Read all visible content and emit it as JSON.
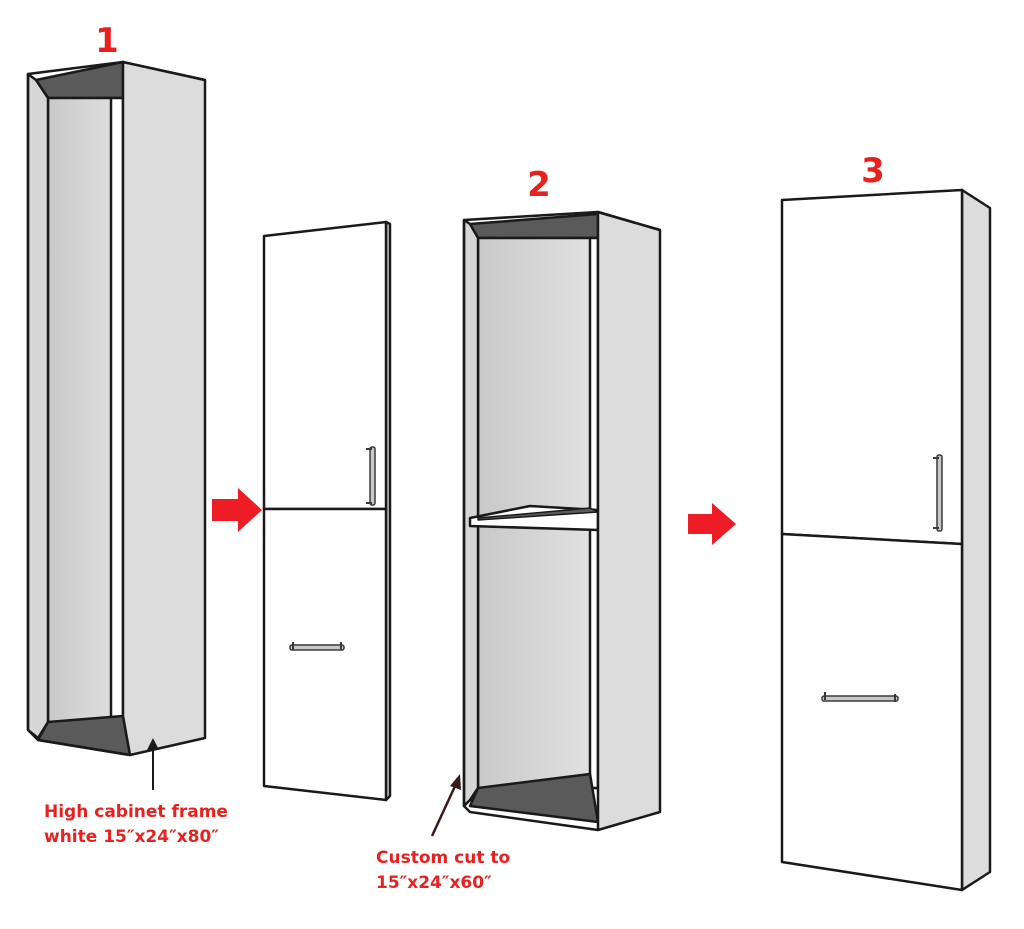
{
  "steps": [
    {
      "number": "1"
    },
    {
      "number": "2"
    },
    {
      "number": "3"
    }
  ],
  "captions": {
    "frame": {
      "line1": "High cabinet frame",
      "line2": "white 15″x24″x80″"
    },
    "custom": {
      "line1": "Custom cut to",
      "line2": "15″x24″x60″"
    }
  },
  "colors": {
    "annotation_red": "#e8211f",
    "arrow_red": "#ee1c24",
    "outline": "#1a1a1a",
    "panel_grey": "#dcdcdc",
    "dark_interior": "#5a5a5a",
    "door_white": "#ffffff"
  },
  "icons": {
    "flow_arrow": "red-right-arrow-icon",
    "pointer": "pointer-arrow-icon"
  }
}
